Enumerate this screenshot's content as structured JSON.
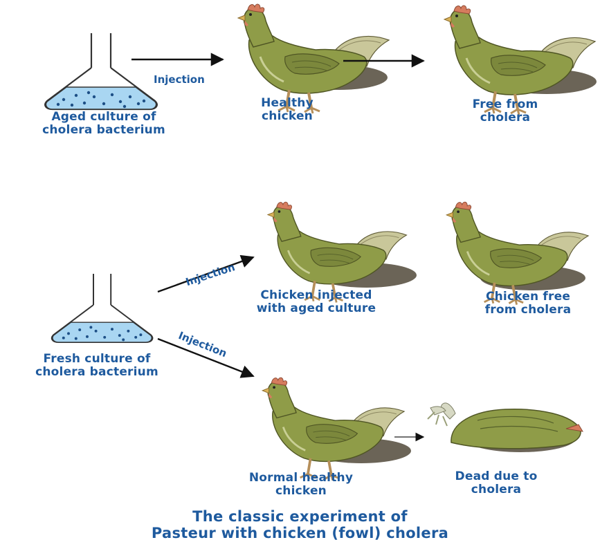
{
  "experiment_1": {
    "flask_label": [
      "Aged culture of",
      "cholera bacterium"
    ],
    "arrow_label": "Injection",
    "stage_1_label": [
      "Healthy",
      "chicken"
    ],
    "stage_2_label": [
      "Free from",
      "cholera"
    ]
  },
  "experiment_2": {
    "flask_label": [
      "Fresh culture of",
      "cholera bacterium"
    ],
    "upper_arrow_label": "Injection",
    "lower_arrow_label": "Injection",
    "upper_stage_1_label": [
      "Chicken injected",
      "with aged culture"
    ],
    "upper_stage_2_label": [
      "Chicken free",
      "from cholera"
    ],
    "lower_stage_1_label": [
      "Normal healthy",
      "chicken"
    ],
    "lower_stage_2_label": [
      "Dead due to",
      "cholera"
    ]
  },
  "caption": [
    "The classic experiment of",
    "Pasteur with chicken (fowl) cholera"
  ],
  "icons": [
    "flask-icon",
    "chicken-icon",
    "dead-chicken-icon",
    "arrow-icon"
  ],
  "colors": {
    "label_text": "#1e5a9e",
    "culture_liquid": "#a9d6f2",
    "chicken_body": "#8f9c48",
    "shadow": "#6b6457"
  }
}
